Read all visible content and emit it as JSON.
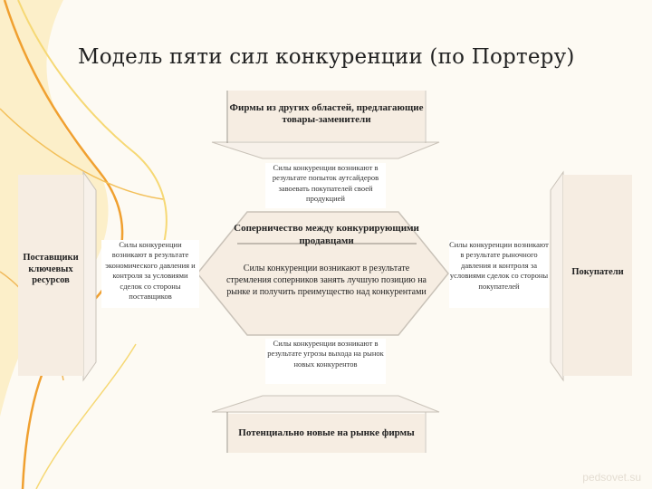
{
  "title": "Модель пяти сил конкуренции (по Портеру)",
  "boxes": {
    "substitutes": "Фирмы из других областей, предлагающие товары-заменители",
    "suppliers": "Поставщики ключевых ресурсов",
    "buyers": "Покупатели",
    "new_entrants": "Потенциально новые на рынке фирмы"
  },
  "center": {
    "heading": "Соперничество между конкурирующими продавцами",
    "body": "Силы конкуренции возникают в результате стремления соперников занять лучшую позицию на рынке и получить преимущество над конкурентами"
  },
  "notes": {
    "top": "Силы конкуренции возникают в результате попыток аутсайдеров завоевать покупателей своей продукцией",
    "left": "Силы конкуренции возникают в результате экономического давления и контроля за условиями сделок со стороны поставщиков",
    "right": "Силы конкуренции возникают в результате рыночного давления и контроля за условиями сделок со стороны покупателей",
    "bottom": "Силы конкуренции возникают в результате угрозы выхода на рынок новых конкурентов"
  },
  "watermark": "pedsovet.su",
  "colors": {
    "background": "#fdfaf3",
    "box_fill": "#f6ede2",
    "arrow_fill": "#f7f1ea",
    "outline": "#c9c2b8",
    "accent_orange": "#f0a030",
    "accent_yellow": "#f6d874"
  }
}
